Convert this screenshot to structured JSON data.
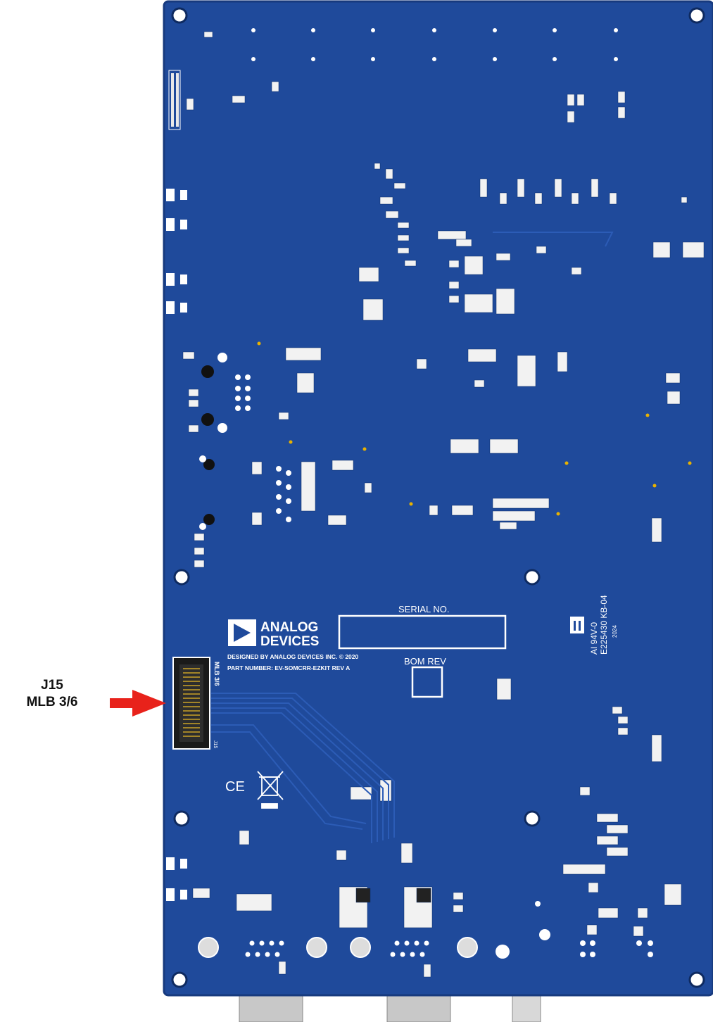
{
  "callout": {
    "connector": "J15",
    "label": "MLB 3/6",
    "arrow_color": "#e8221b"
  },
  "board": {
    "color": "#1f4a9b",
    "silk_color": "#ffffff",
    "logo": {
      "line1": "ANALOG",
      "line2": "DEVICES"
    },
    "designed_by": "DESIGNED BY ANALOG DEVICES INC. © 2020",
    "part_number": "PART NUMBER: EV-SOMCRR-EZKIT REV A",
    "serial_label": "SERIAL NO.",
    "bom_label": "BOM REV",
    "ul_mark": {
      "line1": "AI 94V-0",
      "line2": "E225430 KB-04",
      "line3": "2024"
    },
    "connector_ref": "J15",
    "connector_silk": "MLB 3/6",
    "ce_mark": "CE"
  }
}
